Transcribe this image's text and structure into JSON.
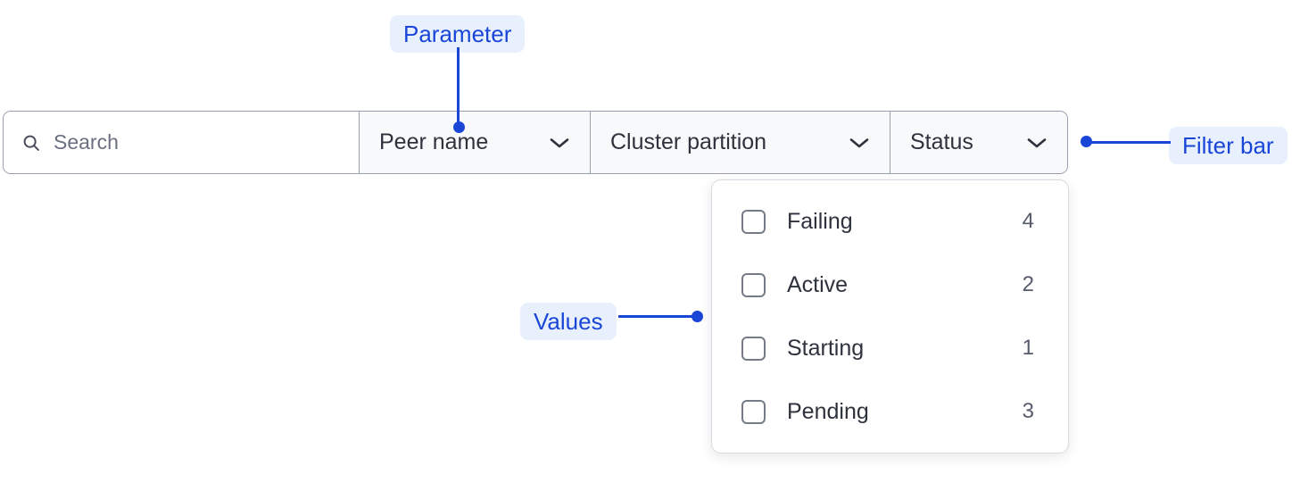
{
  "filter_bar": {
    "search": {
      "icon": "search-icon",
      "placeholder": "Search",
      "value": ""
    },
    "segments": [
      {
        "label": "Peer name",
        "icon": "chevron-down-icon"
      },
      {
        "label": "Cluster partition",
        "icon": "chevron-down-icon"
      },
      {
        "label": "Status",
        "icon": "chevron-down-icon"
      }
    ]
  },
  "dropdown": {
    "options": [
      {
        "label": "Failing",
        "count": "4",
        "checked": false
      },
      {
        "label": "Active",
        "count": "2",
        "checked": false
      },
      {
        "label": "Starting",
        "count": "1",
        "checked": false
      },
      {
        "label": "Pending",
        "count": "3",
        "checked": false
      }
    ]
  },
  "annotations": [
    {
      "label": "Parameter"
    },
    {
      "label": "Filter bar"
    },
    {
      "label": "Values"
    }
  ],
  "colors": {
    "annotation_text": "#1a46d8",
    "annotation_bg": "#e8f0fe",
    "border": "#9a9fae",
    "segment_bg": "#f8f9fa",
    "text": "#2d323d",
    "muted_text": "#6a7080"
  }
}
